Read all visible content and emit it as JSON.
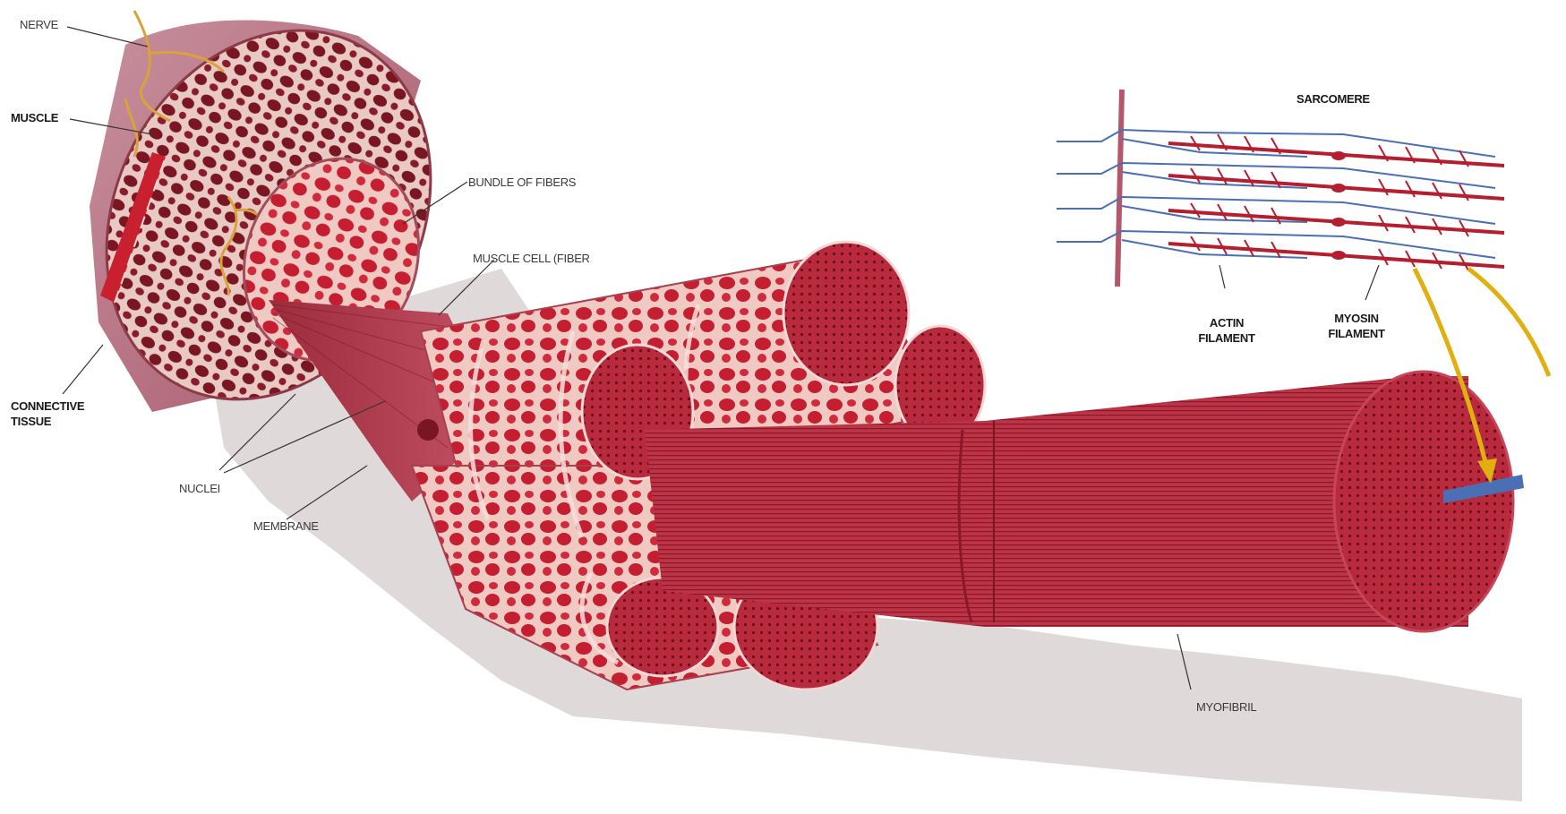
{
  "labels": {
    "nerve": "NERVE",
    "muscle": "MUSCLE",
    "connective_tissue": [
      "CONNECTIVE",
      "TISSUE"
    ],
    "bundle_of_fibers": "BUNDLE OF FIBERS",
    "muscle_cell_fiber": "MUSCLE CELL (FIBER",
    "nuclei": "NUCLEI",
    "membrane": "MEMBRANE",
    "sarcomere": "SARCOMERE",
    "actin_filament": [
      "ACTIN",
      "FILAMENT"
    ],
    "myosin_filament": [
      "MYOSIN",
      "FILAMENT"
    ],
    "myofibril": "MYOFIBRIL"
  },
  "colors": {
    "muscle_red": "#b3283c",
    "dark_red": "#6e0f1a",
    "pink_sheath": "#d98a96",
    "perimysium": "#c8a0a6",
    "shadow": "#d6d0d0",
    "actin_blue": "#4a6fb5",
    "myosin_red": "#b51e2e",
    "arrow_yellow": "#e0b010",
    "nerve_yellow": "#d9a23a"
  }
}
